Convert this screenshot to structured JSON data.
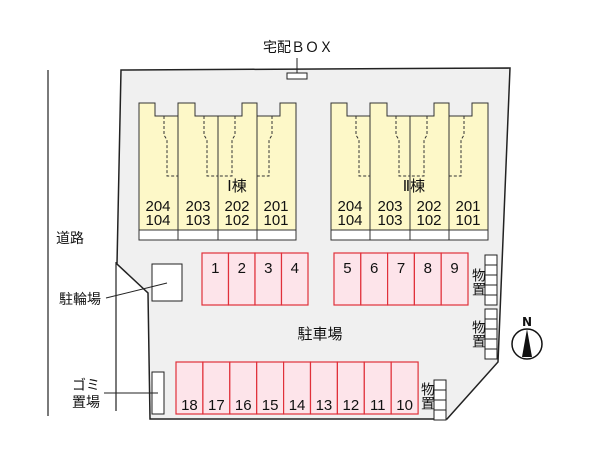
{
  "labels": {
    "delivery_box": "宅配ＢＯＸ",
    "road": "道路",
    "bicycle_parking": "駐輪場",
    "garbage_line1": "ゴミ",
    "garbage_line2": "置場",
    "parking_lot": "駐車場",
    "storage": "物置",
    "north": "N"
  },
  "buildings": [
    {
      "name": "Ⅰ棟",
      "units": [
        {
          "upper": "204",
          "lower": "104"
        },
        {
          "upper": "203",
          "lower": "103"
        },
        {
          "upper": "202",
          "lower": "102"
        },
        {
          "upper": "201",
          "lower": "101"
        }
      ]
    },
    {
      "name": "Ⅱ棟",
      "units": [
        {
          "upper": "204",
          "lower": "104"
        },
        {
          "upper": "203",
          "lower": "103"
        },
        {
          "upper": "202",
          "lower": "102"
        },
        {
          "upper": "201",
          "lower": "101"
        }
      ]
    }
  ],
  "parking": {
    "row_a": [
      "1",
      "2",
      "3",
      "4"
    ],
    "row_b": [
      "5",
      "6",
      "7",
      "8",
      "9"
    ],
    "row_c": [
      "18",
      "17",
      "16",
      "15",
      "14",
      "13",
      "12",
      "11",
      "10"
    ]
  },
  "colors": {
    "building": "#fdf8c8",
    "parking_fill": "#fde4ea",
    "parking_stroke": "#e0303a",
    "lot": "#f0f0f0"
  }
}
